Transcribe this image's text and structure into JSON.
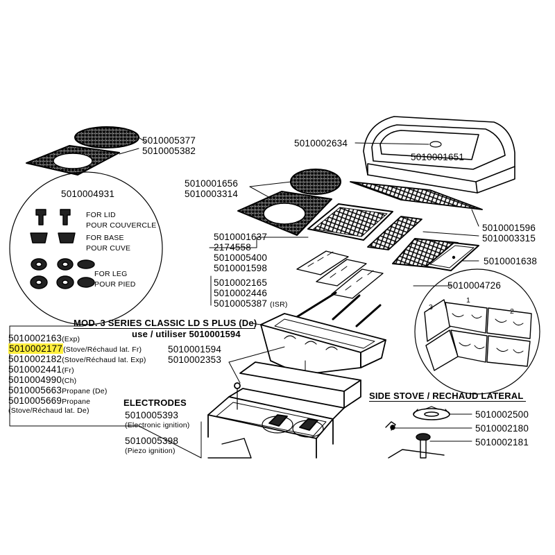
{
  "parts": {
    "mat_1": "5010005377",
    "mat_2": "5010005382",
    "lid_top": "5010002634",
    "lid_window": "5010001651",
    "grid_1": "5010001656",
    "grid_2": "5010003314",
    "bag_kit": "5010004931",
    "warming_rack": "5010001596",
    "side_grate": "5010003315",
    "drip_tray": "5010001638",
    "grate": "5010001637",
    "p_2174558": "2174558",
    "p_5010005400": "5010005400",
    "heat_shield": "5010001598",
    "burner_1": "5010002165",
    "burner_2": "5010002446",
    "burner_3": "5010005387",
    "burner_3_note": "(ISR)",
    "firebox_1": "5010001594",
    "firebox_2": "5010002353",
    "tubes": "5010004726",
    "e1": "5010005393",
    "e1_note": "(Electronic ignition)",
    "e2": "5010005398",
    "e2_note": "(Piezo ignition)",
    "ss1": "5010002500",
    "ss2": "5010002180",
    "ss3": "5010002181"
  },
  "kit": {
    "lid_en": "FOR LID",
    "lid_fr": "POUR COUVERCLE",
    "base_en": "FOR BASE",
    "base_fr": "POUR CUVE",
    "leg_en": "FOR LEG",
    "leg_fr": "POUR PIED"
  },
  "tube_numbers": {
    "n1": "1",
    "n2": "2",
    "n3": "3"
  },
  "model": {
    "title": "MOD. 3 SERIES CLASSIC LD S PLUS (De)",
    "use_line": "use / utiliser 5010001594",
    "list": [
      {
        "code": "5010002163",
        "note": "(Exp)"
      },
      {
        "code": "5010002177",
        "note": "(Stove/Réchaud lat. Fr)"
      },
      {
        "code": "5010002182",
        "note": "(Stove/Réchaud lat. Exp)"
      },
      {
        "code": "5010002441",
        "note": "(Fr)"
      },
      {
        "code": "5010004990",
        "note": "(Ch)"
      },
      {
        "code": "5010005663",
        "note": "Propane (De)"
      },
      {
        "code": "5010005669",
        "note": "Propane"
      }
    ],
    "last_note": "(Stove/Réchaud lat. De)"
  },
  "electrodes_title": "ELECTRODES",
  "side_stove_title": "SIDE STOVE / RECHAUD LATERAL",
  "colors": {
    "highlight": "#ffef3c",
    "ink": "#000000"
  }
}
